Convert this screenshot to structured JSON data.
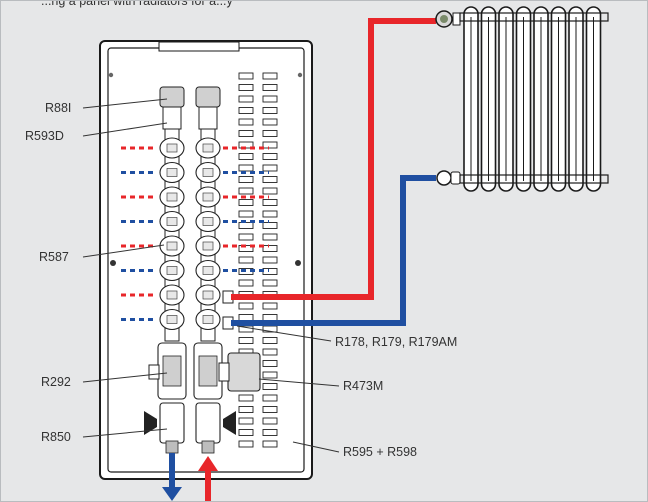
{
  "caption": "...ng a panel with radiators for a...y",
  "labels": {
    "r88i": "R88I",
    "r593d": "R593D",
    "r587": "R587",
    "r292": "R292",
    "r850": "R850",
    "r178": "R178, R179, R179AM",
    "r473m": "R473M",
    "r595": "R595 + R598"
  },
  "colors": {
    "hot": "#e8262a",
    "cold": "#1f4fa1",
    "background": "#e6e7e8",
    "panel": "#ffffff",
    "outline": "#1a1a1a"
  },
  "icons": {
    "outlets": "dotted-pipe-stubs",
    "radiator": "column-radiator-icon",
    "flow_out": "arrow-down-icon",
    "flow_in": "arrow-up-icon"
  }
}
